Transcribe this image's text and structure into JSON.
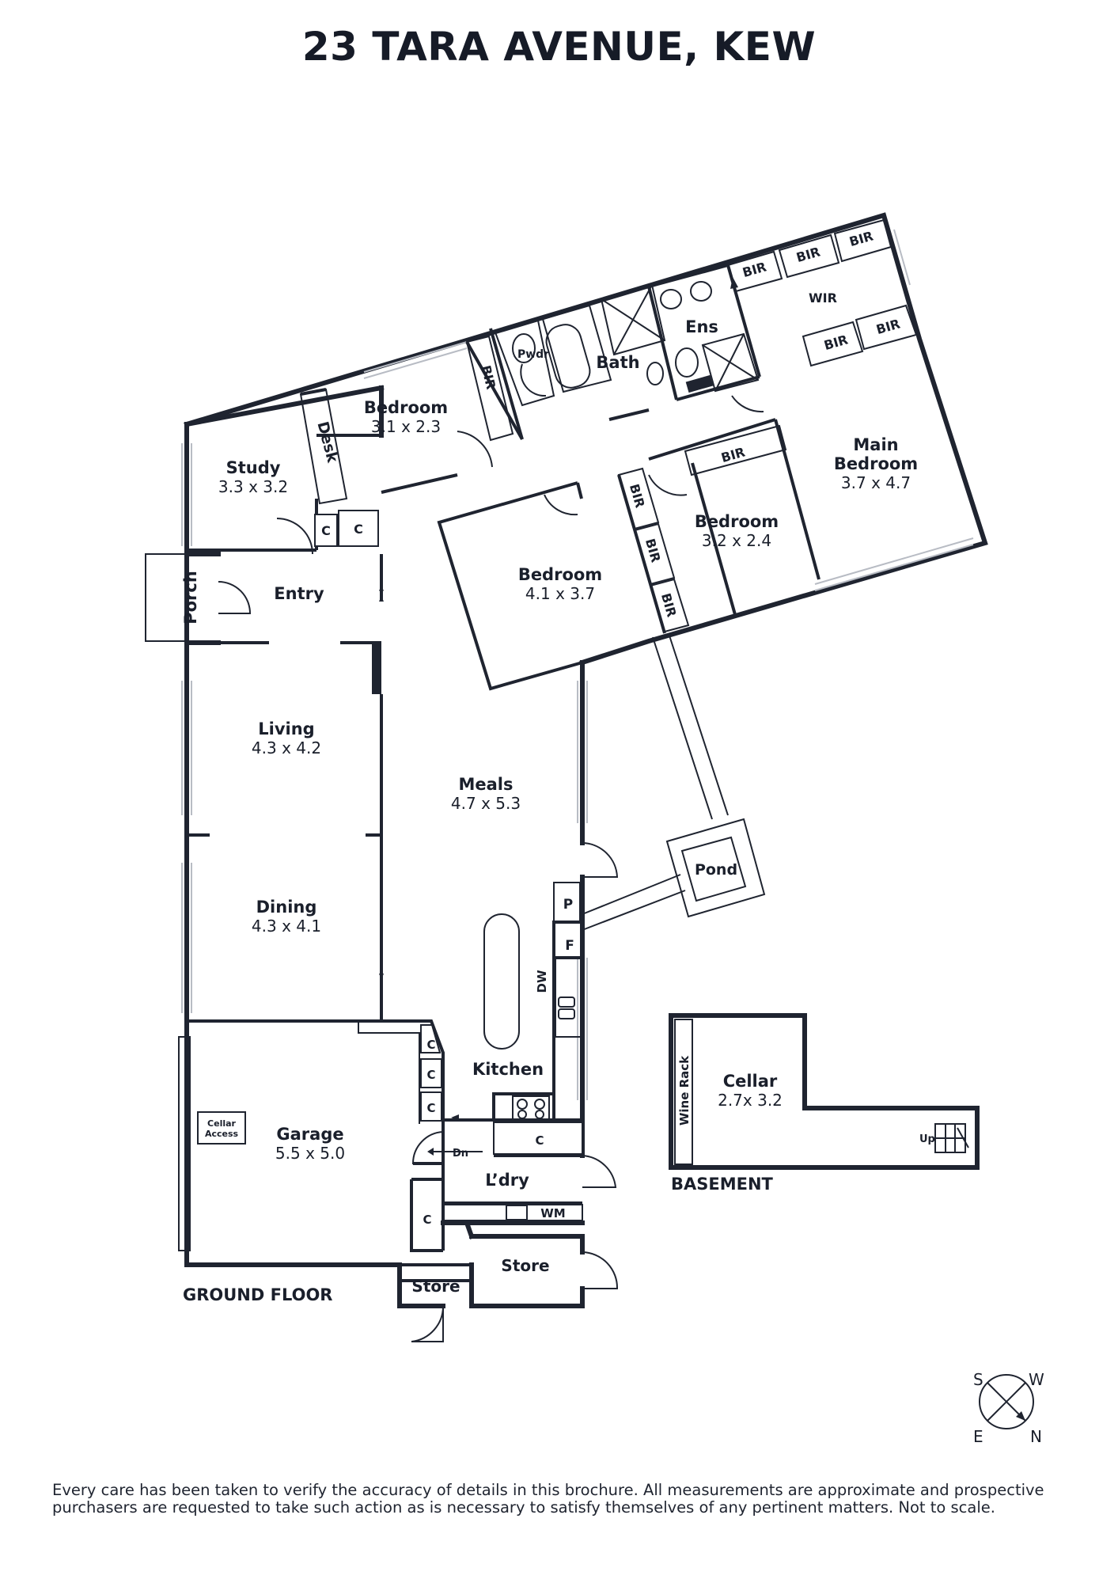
{
  "title": "23 TARA AVENUE, KEW",
  "rooms": {
    "study": {
      "name": "Study",
      "size": "3.3 x 3.2"
    },
    "desk": "Desk",
    "bedroom1": {
      "name": "Bedroom",
      "size": "3.1 x 2.3"
    },
    "bir1": "BIR",
    "pwdr": "Pwdr",
    "bath": "Bath",
    "ens": "Ens",
    "wir": "WIR",
    "bir_top1": "BIR",
    "bir_top2": "BIR",
    "bir_top3": "BIR",
    "bir_wir1": "BIR",
    "bir_wir2": "BIR",
    "main_bedroom": {
      "name_line1": "Main",
      "name_line2": "Bedroom",
      "size": "3.7 x 4.7"
    },
    "bir_bed3": "BIR",
    "bedroom3": {
      "name": "Bedroom",
      "size": "3.2 x 2.4"
    },
    "bedroom2": {
      "name": "Bedroom",
      "size": "4.1 x 3.7"
    },
    "bir_v1": "BIR",
    "bir_v2": "BIR",
    "bir_v3": "BIR",
    "c1": "C",
    "c2": "C",
    "porch": "Porch",
    "entry": "Entry",
    "living": {
      "name": "Living",
      "size": "4.3 x 4.2"
    },
    "meals": {
      "name": "Meals",
      "size": "4.7 x 5.3"
    },
    "dining": {
      "name": "Dining",
      "size": "4.3 x 4.1"
    },
    "pond": "Pond",
    "p": "P",
    "f": "F",
    "dw": "DW",
    "kitchen": "Kitchen",
    "c_k1": "C",
    "c_k2": "C",
    "c_k3": "C",
    "c_k4": "C",
    "cellar_access_line1": "Cellar",
    "cellar_access_line2": "Access",
    "garage": {
      "name": "Garage",
      "size": "5.5 x 5.0"
    },
    "dn": "Dn",
    "ldry": "L’dry",
    "wm": "WM",
    "c_l": "C",
    "store1": "Store",
    "store2": "Store",
    "cellar": {
      "name": "Cellar",
      "size": "2.7x 3.2"
    },
    "wine_rack": "Wine Rack",
    "up": "Up"
  },
  "floor_labels": {
    "ground": "GROUND FLOOR",
    "basement": "BASEMENT"
  },
  "compass": {
    "s": "S",
    "w": "W",
    "e": "E",
    "n": "N"
  },
  "disclaimer": "Every care has been taken to verify the accuracy of details in this brochure. All measurements are approximate and prospective purchasers are requested to take such action as is necessary to satisfy themselves of any pertinent matters. Not to scale.",
  "colors": {
    "ink": "#1f2430",
    "window": "#b8bcc4",
    "background": "#ffffff"
  }
}
